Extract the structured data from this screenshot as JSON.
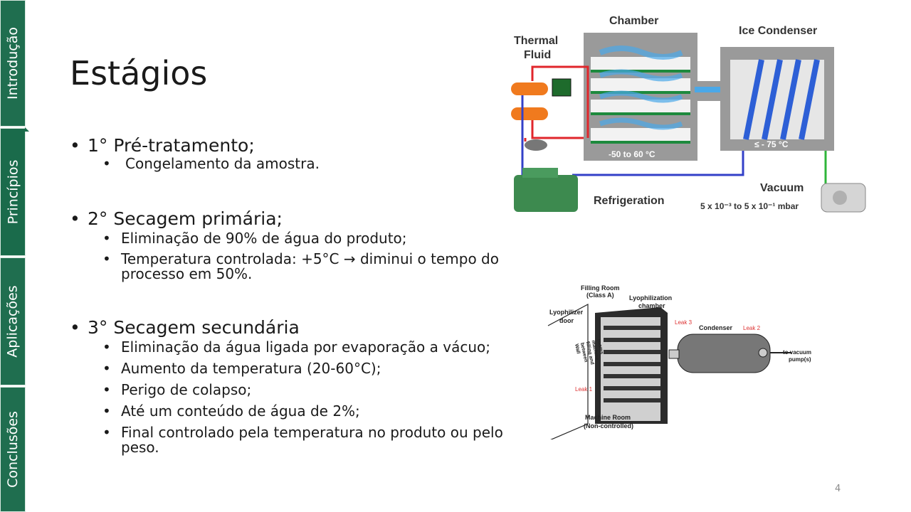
{
  "sidebar": {
    "tabs": [
      {
        "label": "Introdução"
      },
      {
        "label": "Princípios"
      },
      {
        "label": "Aplicações"
      },
      {
        "label": "Conclusões"
      }
    ]
  },
  "slide": {
    "title": "Estágios",
    "page_number": "4",
    "stages": [
      {
        "heading": "1° Pré-tratamento;",
        "items": [
          "Congelamento da amostra."
        ]
      },
      {
        "heading": "2° Secagem primária;",
        "items": [
          "Eliminação de 90% de água do produto;",
          "Temperatura controlada: +5°C → diminui o tempo do processo em 50%."
        ]
      },
      {
        "heading": "3° Secagem secundária",
        "items": [
          "Eliminação da água ligada por evaporação a vácuo;",
          "Aumento da temperatura (20-60°C);",
          "Perigo de colapso;",
          "Até um conteúdo de água de 2%;",
          "Final controlado pela temperatura no produto ou pelo peso."
        ]
      }
    ]
  },
  "diagram_top": {
    "chamber_label": "Chamber",
    "thermal_fluid_label_1": "Thermal",
    "thermal_fluid_label_2": "Fluid",
    "ice_condenser_label": "Ice Condenser",
    "chamber_temp": "-50 to 60 °C",
    "condenser_temp": "≤ - 75 °C",
    "refrigeration_label": "Refrigeration",
    "vacuum_label": "Vacuum",
    "vacuum_range": "5 x 10⁻³ to 5 x 10⁻¹ mbar"
  },
  "diagram_bottom": {
    "filling_room_1": "Filling Room",
    "filling_room_2": "(Class A)",
    "lyo_chamber_1": "Lyophilization",
    "lyo_chamber_2": "chamber",
    "lyo_door_1": "Lyophilizer",
    "lyo_door_2": "door",
    "wall_1": "Wall",
    "wall_2": "between",
    "wall_3": "filling and",
    "wall_4": "machine",
    "wall_5": "rooms",
    "leak1": "Leak 1",
    "leak2": "Leak 2",
    "leak3": "Leak 3",
    "condenser": "Condenser",
    "vacuum_pump_1": "to vacuum",
    "vacuum_pump_2": "pump(s)",
    "machine_room_1": "Machine Room",
    "machine_room_2": "(Non-controlled)"
  },
  "colors": {
    "sidebar_green": "#1f6e4f",
    "pipe_red": "#e0262b",
    "pipe_blue": "#3340c8",
    "pipe_green": "#2fb53a",
    "frame_gray": "#8f8f8f"
  }
}
